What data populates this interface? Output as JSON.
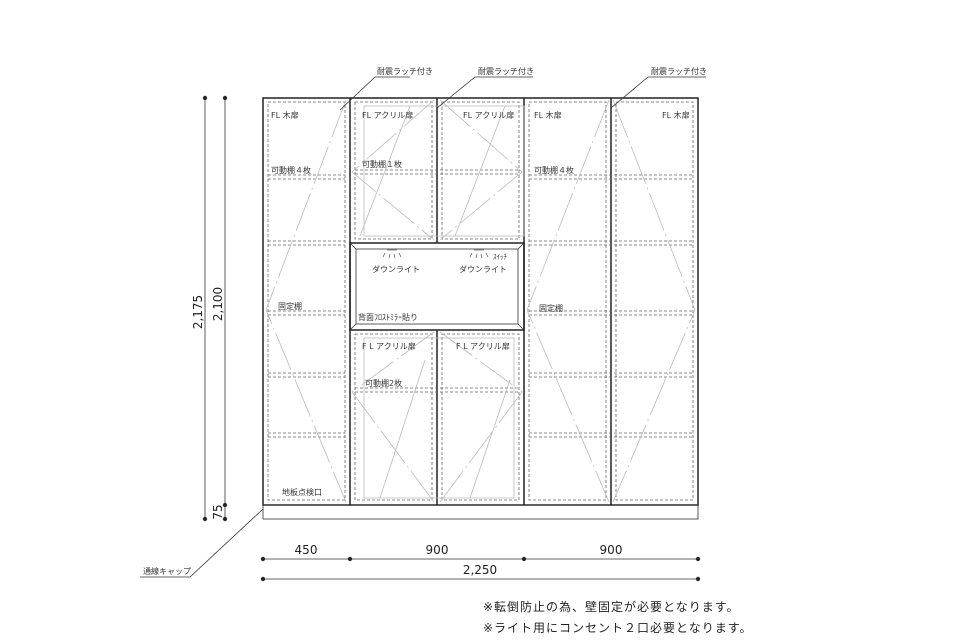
{
  "drawing": {
    "callouts": [
      "耐震ラッチ付き",
      "耐震ラッチ付き",
      "耐震ラッチ付き"
    ],
    "panels": {
      "left_door": "FL 木扉",
      "upper_acrylic_left": "FL アクリル扉",
      "upper_acrylic_right": "FL アクリル扉",
      "right_door_1": "FL 木扉",
      "right_door_2": "FL 木扉",
      "lower_acrylic_left": "F L  アクリル扉",
      "lower_acrylic_right": "F L  アクリル扉"
    },
    "shelf_labels": {
      "left_movable": "可動棚４枚",
      "upper_movable": "可動棚１枚",
      "right_movable": "可動棚４枚",
      "left_fixed": "固定棚",
      "right_fixed": "固定棚",
      "lower_movable": "可動棚2枚"
    },
    "niche": {
      "downlight_left": "ダウンライト",
      "downlight_right": "ダウンライト",
      "switch": "ｽｲｯﾁ",
      "mirror": "背面ﾌﾛｽﾄﾐﾗｰ貼り"
    },
    "floor_access": "地板点検口",
    "wire_cap": "通線キャップ"
  },
  "dimensions": {
    "height_total": "2,175",
    "height_body": "2,100",
    "plinth": "75",
    "widths": [
      "450",
      "900",
      "900"
    ],
    "width_total": "2,250"
  },
  "notes": [
    "※転倒防止の為、壁固定が必要となります。",
    "※ライト用にコンセント２口必要となります。"
  ]
}
